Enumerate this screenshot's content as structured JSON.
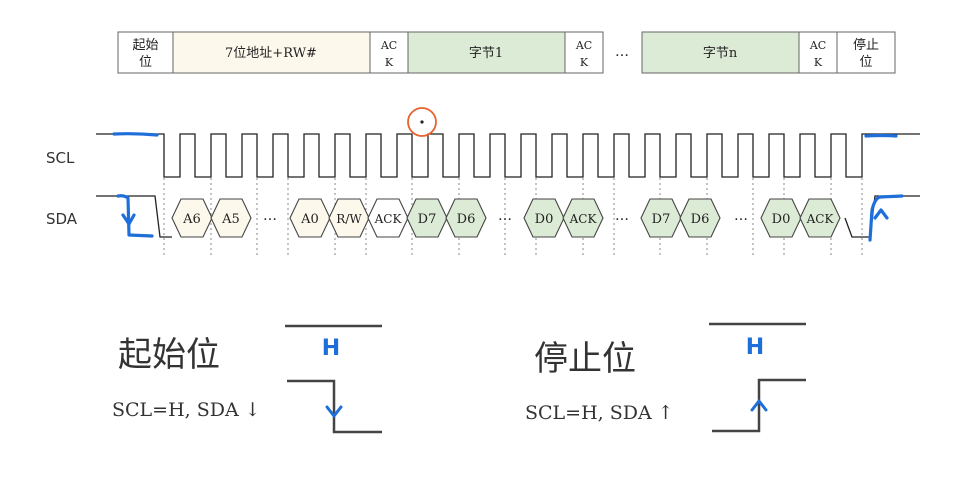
{
  "frame": {
    "start": [
      "起始",
      "位"
    ],
    "addr": "7位地址+RW#",
    "ack": [
      "AC",
      "K"
    ],
    "byte1": "字节1",
    "byten": "字节n",
    "stop": [
      "停止",
      "位"
    ],
    "ellipsis": "…"
  },
  "signals": {
    "scl": "SCL",
    "sda": "SDA"
  },
  "sda_bits": {
    "a6": "A6",
    "a5": "A5",
    "a0": "A0",
    "rw": "R/W",
    "ack": "ACK",
    "d7": "D7",
    "d6": "D6",
    "d0": "D0",
    "dots": "…"
  },
  "start_condition": {
    "title": "起始位",
    "condition": "SCL=H, SDA ↓",
    "level_label": "H"
  },
  "stop_condition": {
    "title": "停止位",
    "condition": "SCL=H, SDA ↑",
    "level_label": "H"
  },
  "colors": {
    "address_fill": "#fdf8ec",
    "data_fill": "#dcebd6",
    "annotation_blue": "#1e6fd9",
    "cursor_orange": "#e8622c",
    "line": "#222222"
  }
}
